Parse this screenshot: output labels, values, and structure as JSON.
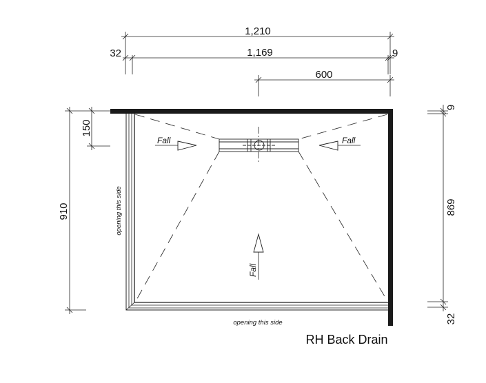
{
  "title": "RH Back Drain",
  "dimensions": {
    "overall_width": "1,210",
    "inner_width": "1,169",
    "left_offset": "32",
    "right_offset_top": "9",
    "drain_offset": "600",
    "overall_depth": "910",
    "drain_depth": "150",
    "inner_depth": "869",
    "right_offset_side_top": "9",
    "right_offset_side_bottom": "32"
  },
  "labels": {
    "fall_left": "Fall",
    "fall_right": "Fall",
    "fall_center": "Fall",
    "opening_left": "opening this side",
    "opening_bottom": "opening this side"
  }
}
